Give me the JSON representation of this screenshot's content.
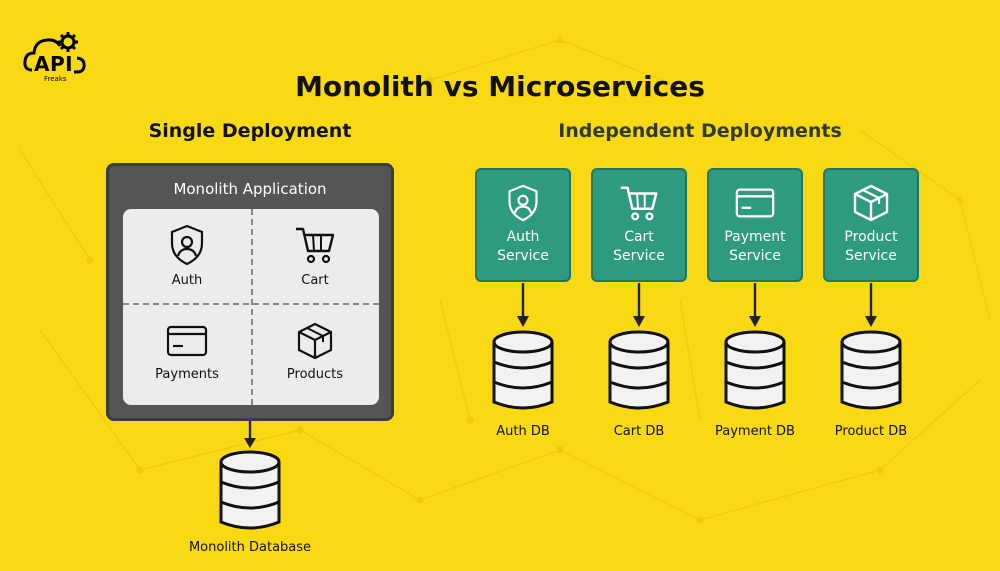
{
  "logo": {
    "text": "API",
    "subtext": "Freaks"
  },
  "title": "Monolith vs Microservices",
  "left": {
    "heading": "Single Deployment",
    "app_title": "Monolith Application",
    "modules": [
      {
        "label": "Auth",
        "icon": "shield-user-icon"
      },
      {
        "label": "Cart",
        "icon": "cart-icon"
      },
      {
        "label": "Payments",
        "icon": "card-icon"
      },
      {
        "label": "Products",
        "icon": "box-icon"
      }
    ],
    "database": "Monolith Database"
  },
  "right": {
    "heading": "Independent Deployments",
    "services": [
      {
        "line1": "Auth",
        "line2": "Service",
        "icon": "shield-user-icon",
        "db": "Auth DB"
      },
      {
        "line1": "Cart",
        "line2": "Service",
        "icon": "cart-icon",
        "db": "Cart DB"
      },
      {
        "line1": "Payment",
        "line2": "Service",
        "icon": "card-icon",
        "db": "Payment DB"
      },
      {
        "line1": "Product",
        "line2": "Service",
        "icon": "box-icon",
        "db": "Product DB"
      }
    ]
  },
  "colors": {
    "background": "#F9D913",
    "monolith": "#555555",
    "service": "#2E9A80",
    "database": "#f2f2f2"
  }
}
